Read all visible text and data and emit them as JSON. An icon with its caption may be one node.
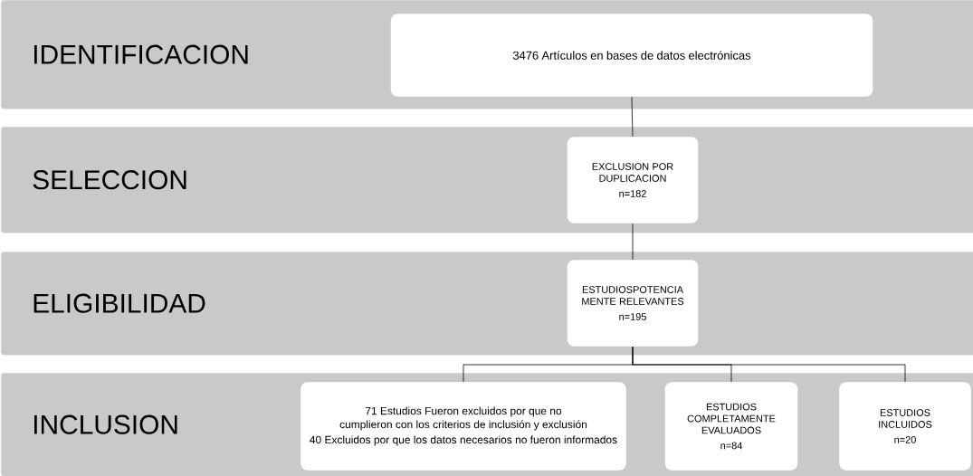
{
  "diagram": {
    "nodes": [
      {
        "text": [
          "IDENTIFICACION"
        ]
      },
      {
        "text": [
          "3476 Artículos en bases de datos electrónicas"
        ],
        "in": 0
      },
      {
        "text": [
          "SELECCION"
        ]
      },
      {
        "text": [
          "EXCLUSION POR DUPLICACION",
          "n=182"
        ],
        "in": 2
      },
      {
        "text": [
          "ELIGIBILIDAD"
        ]
      },
      {
        "text": [
          "ESTUDIOSPOTENCIA MENTE RELEVANTES",
          "n=195"
        ],
        "in": 4
      },
      {
        "text": [
          "INCLUSION"
        ]
      },
      {
        "text": [
          "71 Estudios Fueron excluidos por que no cumplieron con los criterios de inclusión y exclusión",
          "40 Excluidos por que los datos necesarios no fueron informados"
        ],
        "in": 6
      },
      {
        "text": [
          "ESTUDIOS COMPLETAMENTE EVALUADOS",
          "n=84"
        ],
        "in": 6
      },
      {
        "text": [
          "ESTUDIOS INCLUIDOS",
          "n=20"
        ],
        "in": 6
      }
    ],
    "edges": [
      {
        "from": 1,
        "to": 3,
        "arrow": "none"
      },
      {
        "from": 3,
        "to": 5,
        "arrow": "none"
      },
      {
        "from": 5,
        "to": 7,
        "arrow": "none"
      },
      {
        "from": 5,
        "to": 8,
        "arrow": "none"
      },
      {
        "from": 5,
        "to": 9,
        "arrow": "none"
      }
    ]
  }
}
